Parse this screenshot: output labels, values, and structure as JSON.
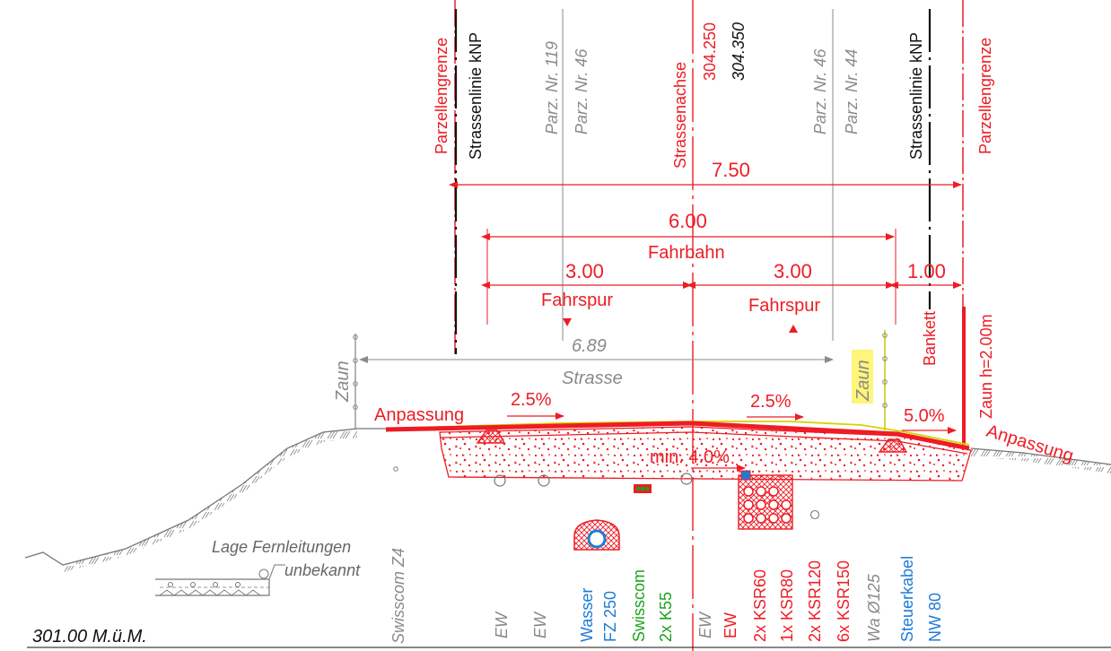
{
  "colors": {
    "red": "#ee1c24",
    "black": "#111111",
    "gray": "#8a8a8a",
    "blue": "#1e7bd6",
    "green": "#1aa31a",
    "yellow": "#e0e000",
    "highlight": "#fff57a"
  },
  "verticals": {
    "parzelle_left": "Parzellengrenze",
    "strassenlinie_left": "Strassenlinie kNP",
    "parz119": "Parz. Nr. 119",
    "parz46_left": "Parz. Nr. 46",
    "strassenachse": "Strassenachse",
    "elev_red": "304.250",
    "elev_black": "304.350",
    "parz46_right": "Parz. Nr. 46",
    "parz44": "Parz. Nr. 44",
    "strassenlinie_right": "Strassenlinie kNP",
    "parzelle_right": "Parzellengrenze"
  },
  "dimensions": {
    "total": "7.50",
    "fahrbahn_value": "6.00",
    "fahrbahn_label": "Fahrbahn",
    "lane_left_value": "3.00",
    "lane_left_label": "Fahrspur",
    "lane_right_value": "3.00",
    "lane_right_label": "Fahrspur",
    "bankett_value": "1.00",
    "bankett_label": "Bankett",
    "strasse_value": "6.89",
    "strasse_label": "Strasse"
  },
  "fence": {
    "left": "Zaun",
    "right": "Zaun",
    "height": "Zaun h=2.00m"
  },
  "slopes": {
    "left": "2.5%",
    "right": "2.5%",
    "shoulder": "5.0%",
    "min": "min. 4.0%"
  },
  "adjust": {
    "left": "Anpassung",
    "right": "Anpassung"
  },
  "notes": {
    "lage_line1": "Lage Fernleitungen",
    "lage_line2": "unbekannt",
    "reference": "301.00 M.ü.M."
  },
  "utilities": {
    "swisscom_z4": "Swisscom Z4",
    "ew1": "EW",
    "ew2": "EW",
    "wasser": "Wasser",
    "fz250": "FZ 250",
    "swisscom": "Swisscom",
    "k55": "2x K55",
    "ew3": "EW",
    "ew4": "EW",
    "ksr60": "2x KSR60",
    "ksr80": "1x KSR80",
    "ksr120": "2x KSR120",
    "ksr150": "6x KSR150",
    "wa125": "Wa Ø125",
    "steuerkabel": "Steuerkabel",
    "nw80": "NW 80"
  }
}
